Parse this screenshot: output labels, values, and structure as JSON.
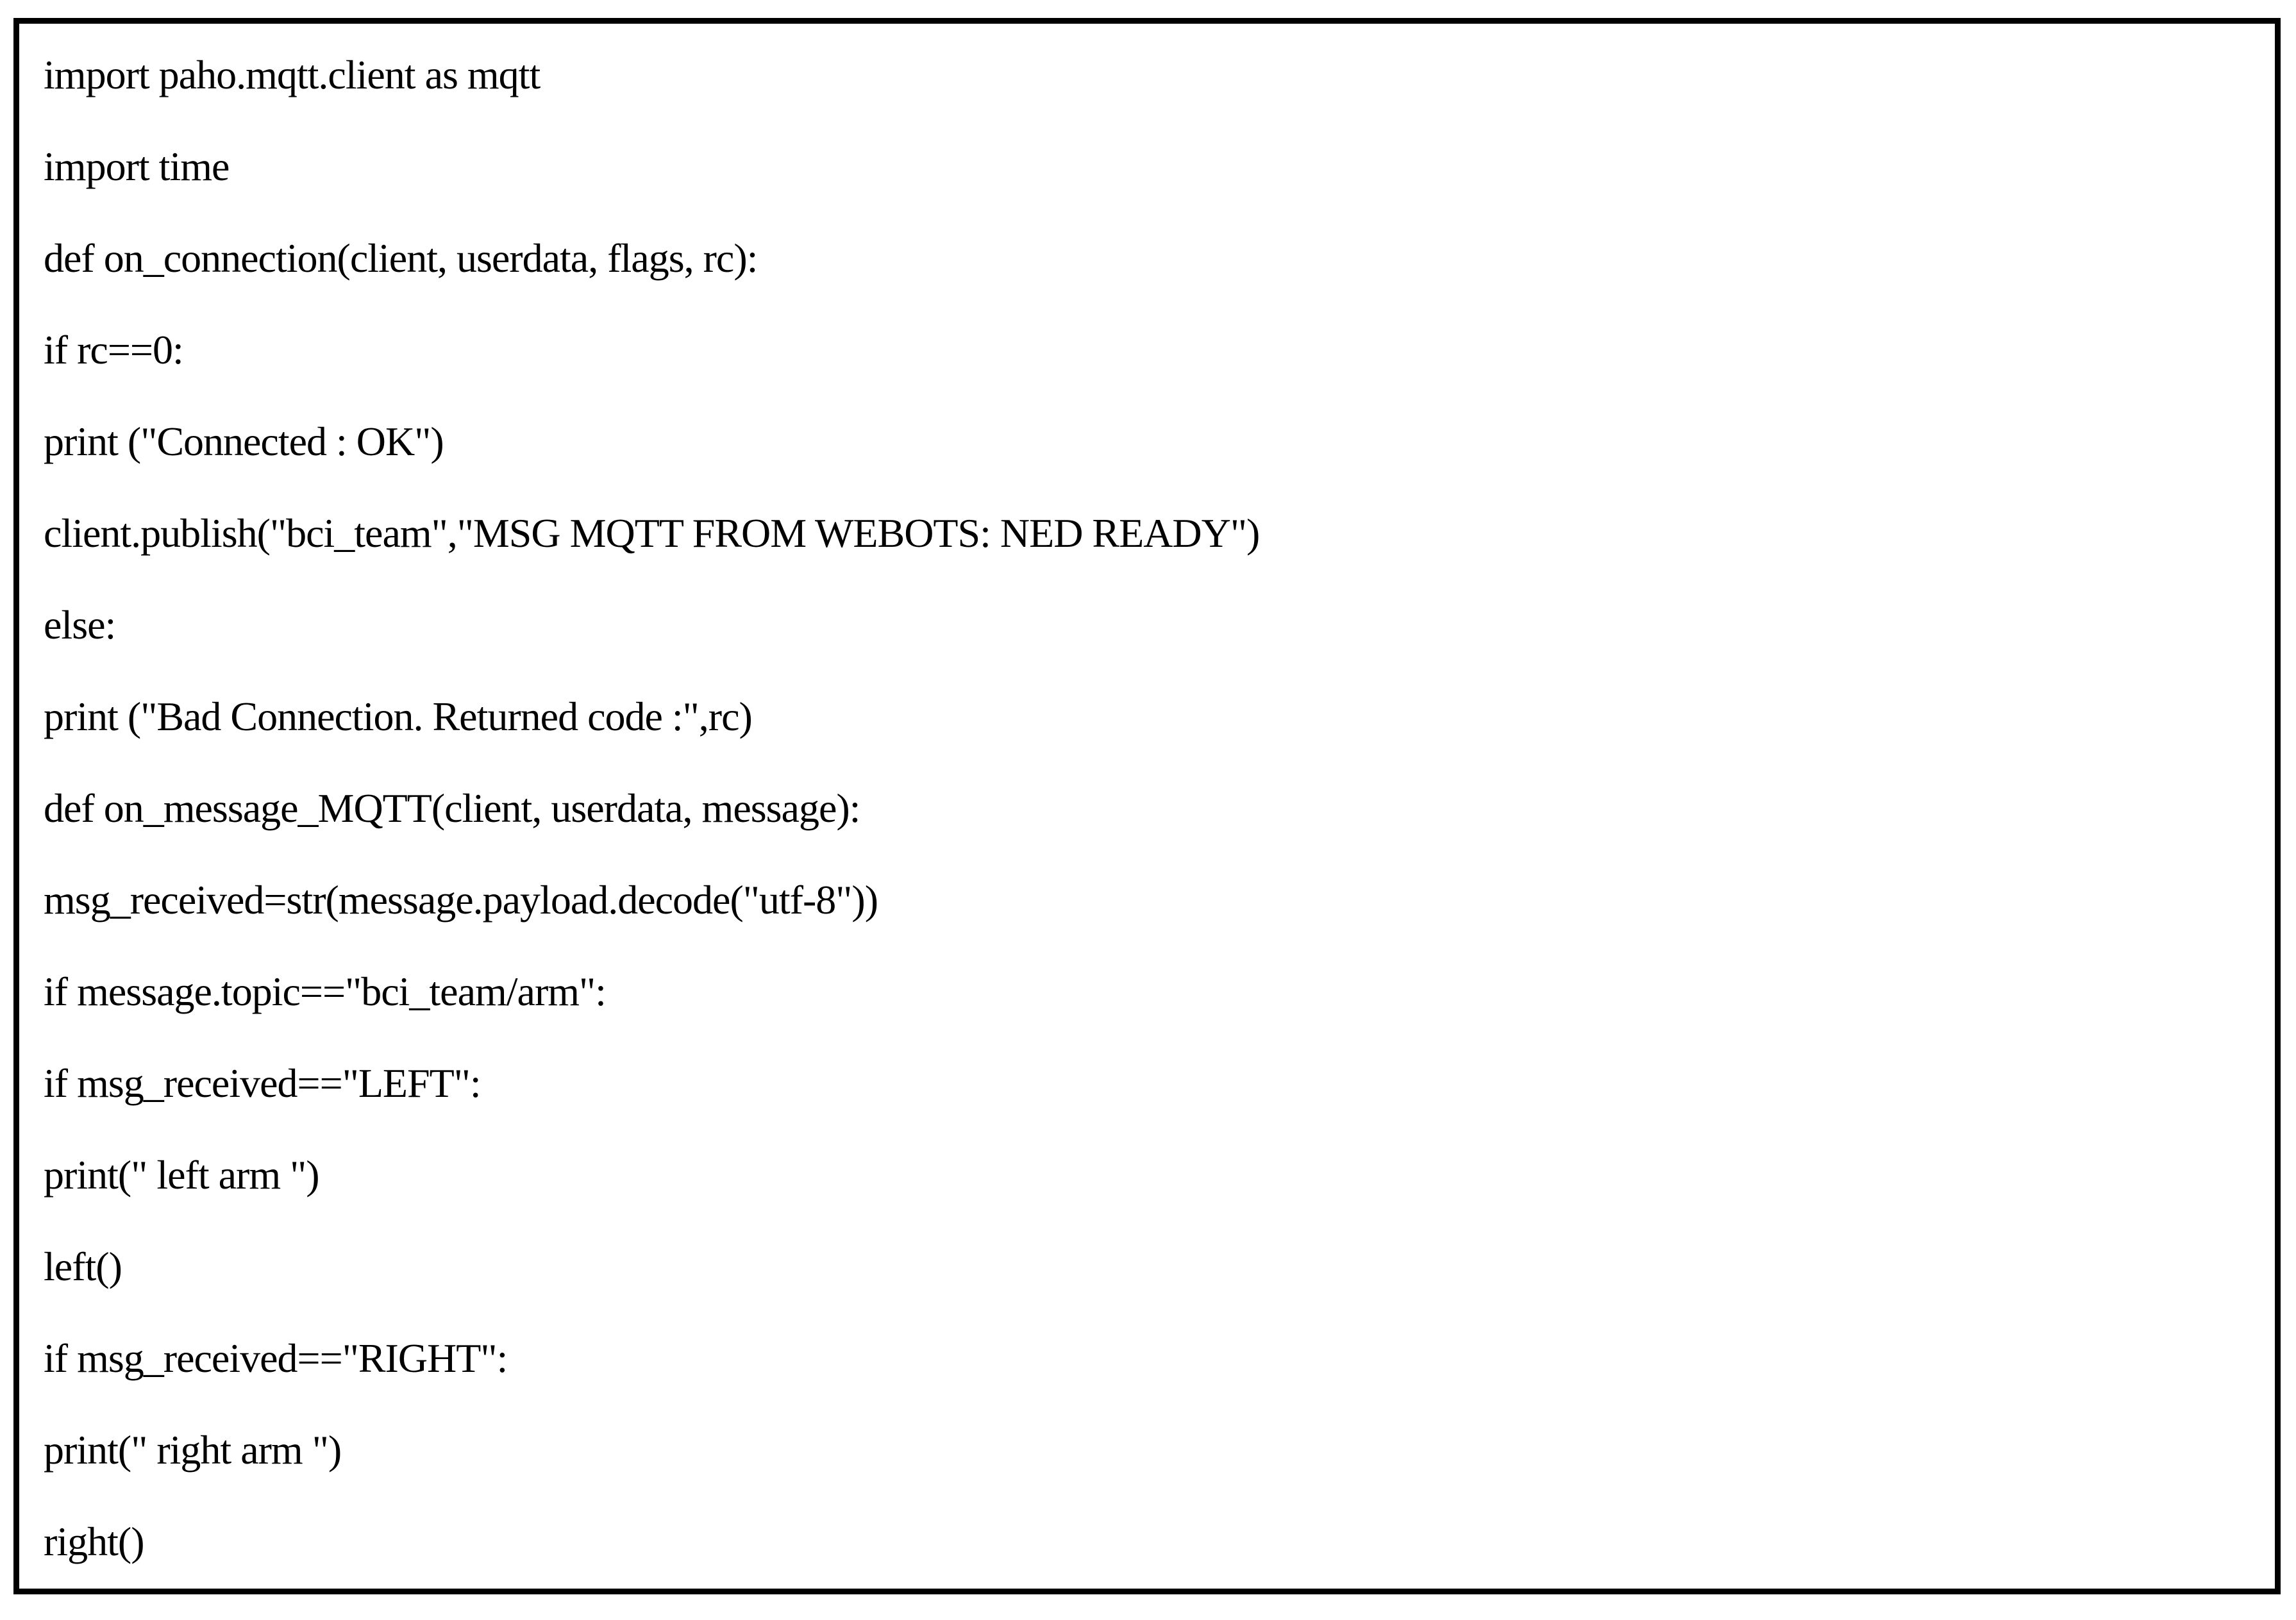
{
  "figure": {
    "type": "code-listing",
    "language": "python",
    "code_lines": [
      "import paho.mqtt.client as mqtt",
      "import time",
      "def on_connection(client, userdata, flags, rc):",
      "if rc==0:",
      "print (\"Connected : OK\")",
      "client.publish(\"bci_team\",\"MSG MQTT FROM WEBOTS: NED READY\")",
      "else:",
      "print (\"Bad Connection. Returned code :\",rc)",
      "def on_message_MQTT(client, userdata, message):",
      "msg_received=str(message.payload.decode(\"utf-8\"))",
      "if message.topic==\"bci_team/arm\":",
      "if msg_received==\"LEFT\":",
      "print(\" left arm \")",
      "left()",
      "if msg_received==\"RIGHT\":",
      "print(\" right arm \")",
      "right()"
    ]
  },
  "colors": {
    "text": "#000000",
    "border": "#000000",
    "background": "#ffffff"
  }
}
